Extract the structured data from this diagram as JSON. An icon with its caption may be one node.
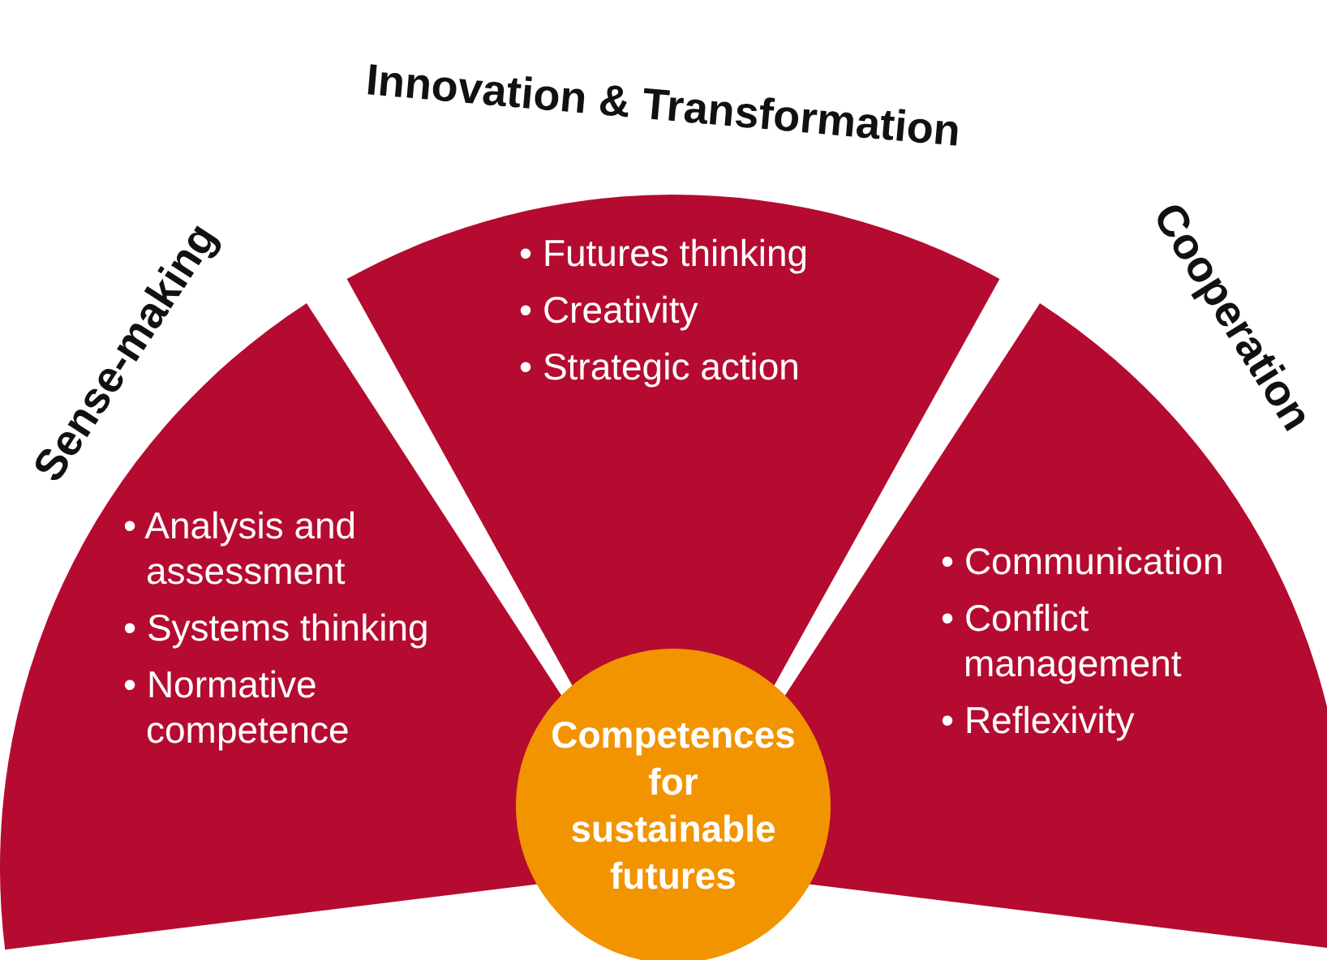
{
  "diagram": {
    "nodes": [
      {
        "text": [
          "Sense-making",
          "• Analysis and assessment",
          "• Systems thinking",
          "• Normative competence"
        ]
      },
      {
        "text": [
          "Innovation & Transformation",
          "• Futures thinking",
          "• Creativity",
          "• Strategic action"
        ]
      },
      {
        "text": [
          "Cooperation",
          "• Communication",
          "• Conflict management",
          "• Reflexivity"
        ]
      },
      {
        "text": [
          "Competences for sustainable futures"
        ]
      }
    ]
  }
}
